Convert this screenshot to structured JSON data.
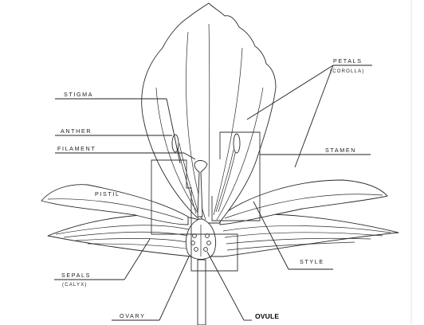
{
  "labels": {
    "petals": "PETALS",
    "corolla": "(COROLLA)",
    "stigma": "STIGMA",
    "anther": "ANTHER",
    "filament": "FILAMENT",
    "stamen": "STAMEN",
    "pistil": "PISTIL",
    "style": "STYLE",
    "sepals": "SEPALS",
    "calyx": "(CALYX)",
    "ovary": "OVARY",
    "ovule": "OVULE"
  }
}
